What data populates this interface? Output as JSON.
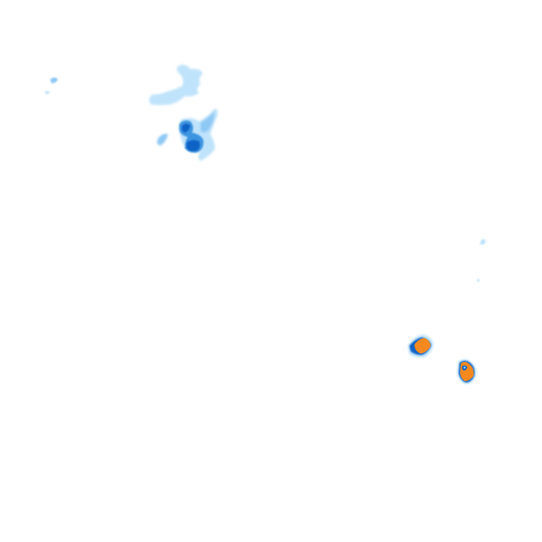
{
  "map": {
    "type": "precipitation-radar-tile",
    "background_color": "#ffffff",
    "legend_colors": {
      "light": "#bfe3fb",
      "light_medium": "#8ec9f5",
      "medium": "#3d94e0",
      "heavy": "#0a62c6",
      "very_heavy": "#f5891f"
    },
    "cells": [
      {
        "name": "northwest-speck",
        "intensity": "light_medium"
      },
      {
        "name": "north-cluster-light",
        "intensity": "light"
      },
      {
        "name": "north-cluster-core",
        "intensity": "heavy"
      },
      {
        "name": "east-trace",
        "intensity": "light"
      },
      {
        "name": "southeast-cell-a",
        "intensity": "very_heavy"
      },
      {
        "name": "southeast-cell-b",
        "intensity": "very_heavy"
      }
    ]
  }
}
